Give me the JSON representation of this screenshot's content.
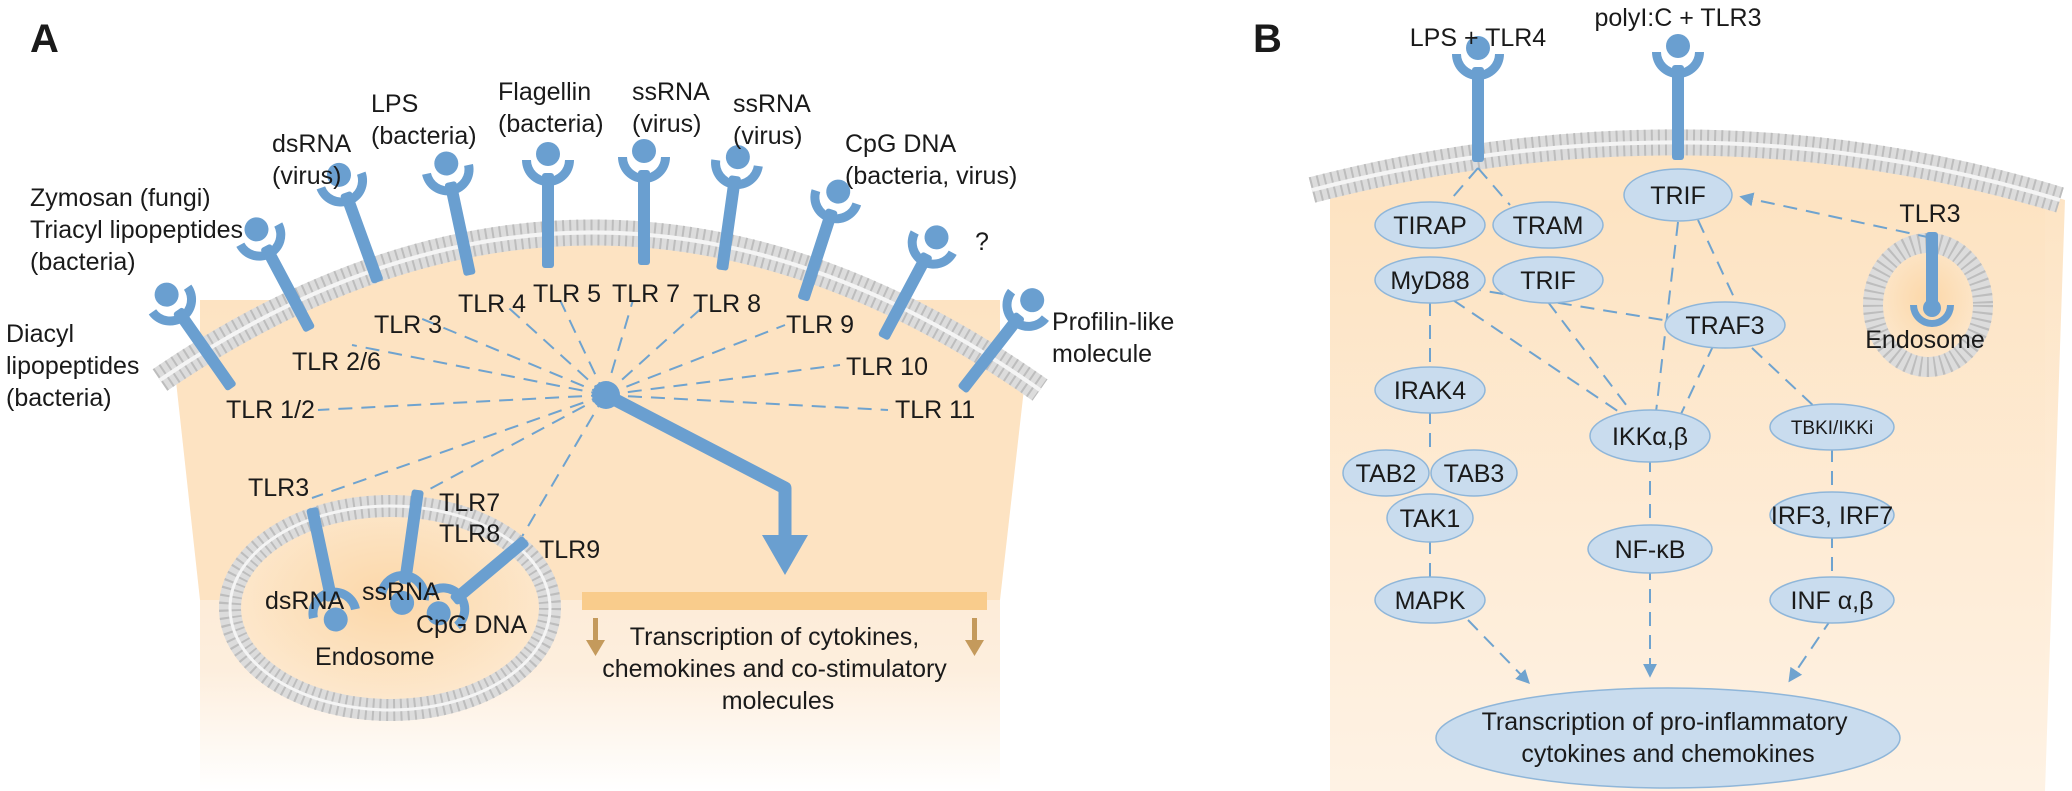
{
  "panels": {
    "a": "A",
    "b": "B"
  },
  "panel_a": {
    "ligands": {
      "diacyl": [
        "Diacyl",
        "lipopeptides",
        "(bacteria)"
      ],
      "zymosan": [
        "Zymosan (fungi)",
        "Triacyl lipopeptides",
        "(bacteria)"
      ],
      "dsrna": [
        "dsRNA",
        "(virus)"
      ],
      "lps": [
        "LPS",
        "(bacteria)"
      ],
      "flagellin": [
        "Flagellin",
        "(bacteria)"
      ],
      "ssrna7": [
        "ssRNA",
        "(virus)"
      ],
      "ssrna8": [
        "ssRNA",
        "(virus)"
      ],
      "cpg": [
        "CpG DNA",
        "(bacteria, virus)"
      ],
      "unknown": "?",
      "profilin": [
        "Profilin-like",
        "molecule"
      ]
    },
    "receptors": {
      "tlr12": "TLR 1/2",
      "tlr26": "TLR 2/6",
      "tlr3": "TLR 3",
      "tlr4": "TLR 4",
      "tlr5": "TLR 5",
      "tlr7": "TLR 7",
      "tlr8": "TLR 8",
      "tlr9": "TLR 9",
      "tlr10": "TLR 10",
      "tlr11": "TLR 11"
    },
    "endosome": {
      "tlr3": "TLR3",
      "tlr7": "TLR7",
      "tlr8": "TLR8",
      "tlr9": "TLR9",
      "dsrna": "dsRNA",
      "ssrna": "ssRNA",
      "cpg": "CpG DNA",
      "label": "Endosome"
    },
    "transcription": [
      "Transcription of cytokines,",
      "chemokines and co-stimulatory",
      "molecules"
    ]
  },
  "panel_b": {
    "top_lps": "LPS + TLR4",
    "top_polyic": "polyI:C + TLR3",
    "nodes": {
      "tirap": "TIRAP",
      "tram": "TRAM",
      "trif_top": "TRIF",
      "myd88": "MyD88",
      "trif_mid": "TRIF",
      "traf3": "TRAF3",
      "irak4": "IRAK4",
      "ikk": "IKKα,β",
      "tbk": "TBKI/IKKi",
      "tab2": "TAB2",
      "tab3": "TAB3",
      "tak1": "TAK1",
      "irf": "IRF3, IRF7",
      "nfkb": "NF-κB",
      "mapk": "MAPK",
      "inf": "INF α,β"
    },
    "tlr3_label": "TLR3",
    "endosome": "Endosome",
    "output": [
      "Transcription of pro-inflammatory",
      "cytokines and chemokines"
    ]
  },
  "colors": {
    "cytoplasm": "#fde9cf",
    "receptor": "#6a9fd0",
    "node": "#c9dcee",
    "membrane": "#d4d4d4",
    "arrow_brown": "#c49a5c",
    "transcription_bar": "#f9cc8c"
  }
}
